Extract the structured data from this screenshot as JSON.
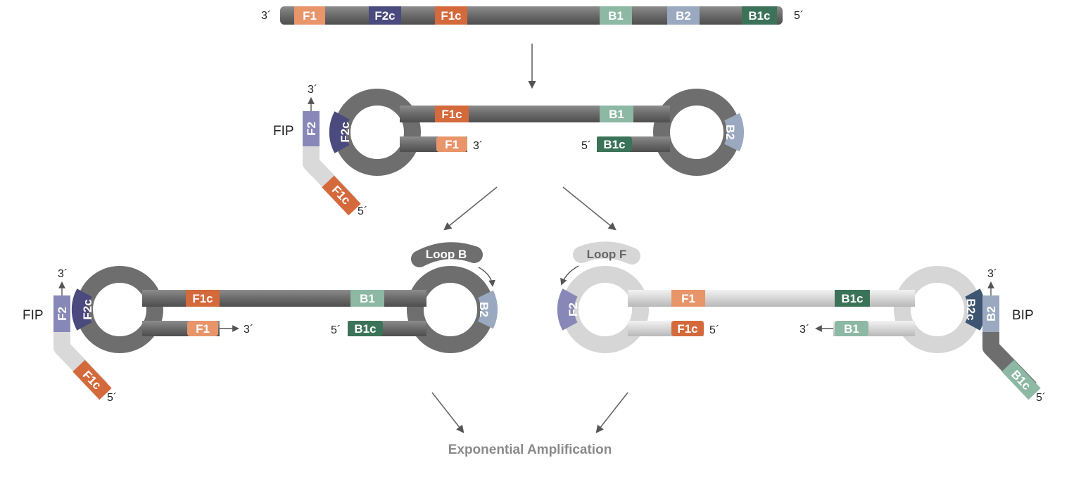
{
  "colors": {
    "strand_dark": "#6e6e6e",
    "strand_light": "#d9d9d9",
    "F1": "#e8956a",
    "F1c": "#d4693b",
    "F2": "#8888b8",
    "F2c": "#4a4a7e",
    "B1": "#8cb8a4",
    "B1c": "#3b7358",
    "B2": "#9aa9c0",
    "B2c": "#3d5570",
    "arrow": "#666666",
    "caption": "#8a8a8a"
  },
  "template": {
    "end_left": "3´",
    "end_right": "5´",
    "segments": [
      "F1",
      "F2c",
      "F1c",
      "B1",
      "B2",
      "B1c"
    ]
  },
  "structure_top": {
    "primer_name": "FIP",
    "primer_3": "3´",
    "primer_5": "5´",
    "primer_segments": [
      "F2",
      "F1c"
    ],
    "loop_left_label": "F2c",
    "loop_right_label": "B2",
    "upper_segments": [
      "F1c",
      "B1"
    ],
    "lower_left_segment": "F1",
    "lower_left_end": "3´",
    "lower_right_segment": "B1c",
    "lower_right_end": "5´"
  },
  "structure_left": {
    "primer_name": "FIP",
    "primer_3": "3´",
    "primer_5": "5´",
    "primer_segments": [
      "F2",
      "F1c"
    ],
    "loop_primer": "Loop B",
    "loop_left_label": "F2c",
    "loop_right_label": "B2",
    "upper_segments": [
      "F1c",
      "B1"
    ],
    "lower_left_segment": "F1",
    "lower_left_end": "3´",
    "lower_right_segment": "B1c",
    "lower_right_end": "5´"
  },
  "structure_right": {
    "primer_name": "BIP",
    "primer_3": "3´",
    "primer_5": "5´",
    "primer_segments": [
      "B2",
      "B1c"
    ],
    "loop_primer": "Loop F",
    "loop_left_label": "F2",
    "loop_right_label": "B2c",
    "upper_segments": [
      "F1",
      "B1c"
    ],
    "lower_left_segment": "F1c",
    "lower_left_end": "5´",
    "lower_right_segment": "B1",
    "lower_right_end": "3´"
  },
  "caption": "Exponential Amplification"
}
